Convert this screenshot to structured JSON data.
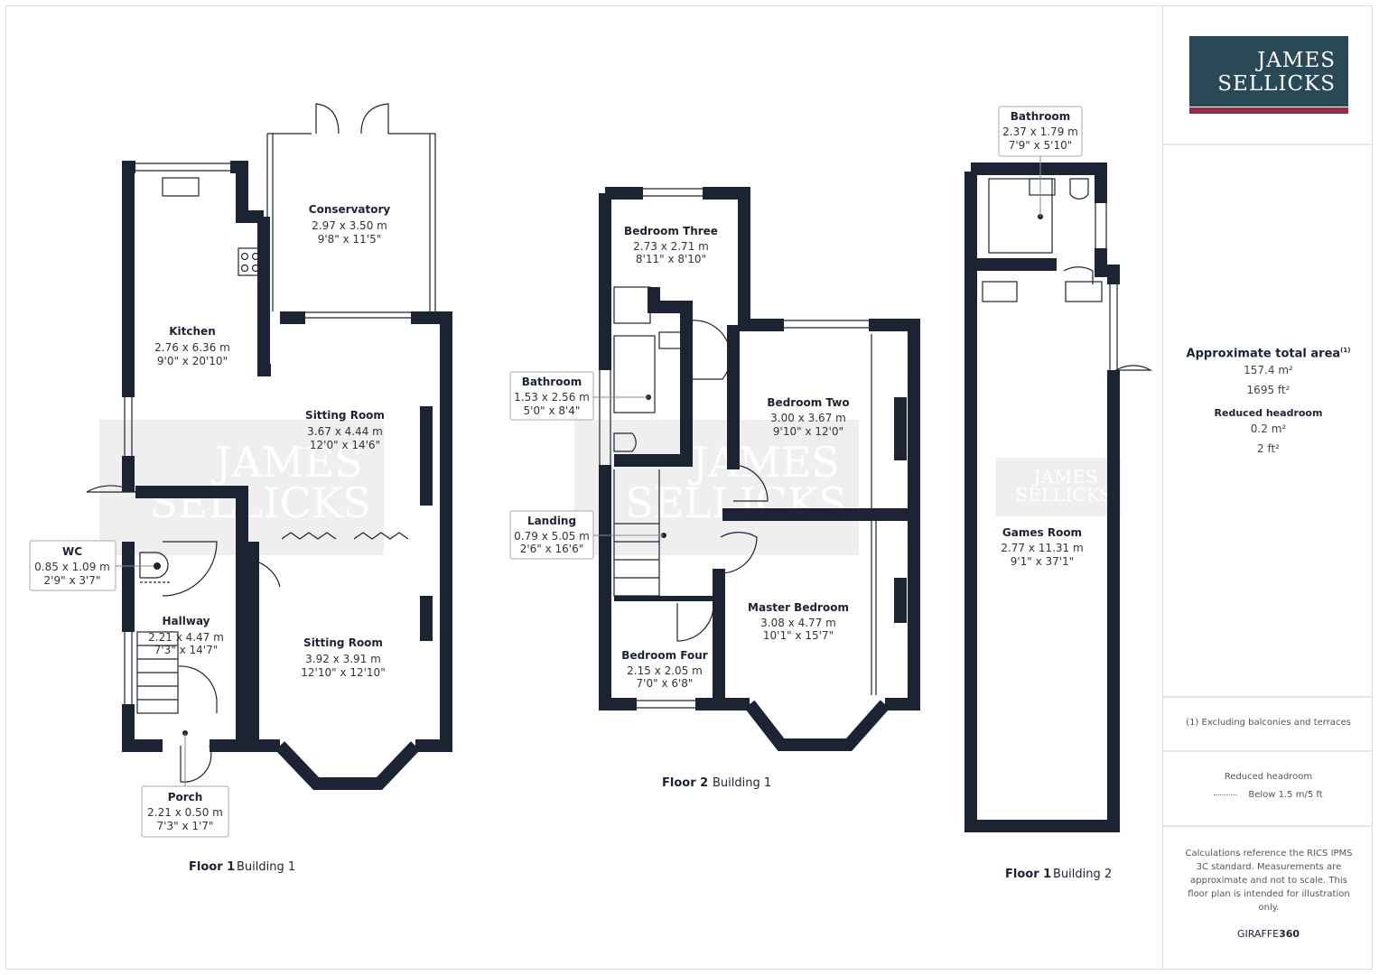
{
  "brand": {
    "line1": "JAMES",
    "line2": "SELLICKS",
    "color": "#2a4956",
    "accent": "#9b2a45"
  },
  "watermark": {
    "line1": "JAMES",
    "line2": "SELLICKS"
  },
  "wall_color": "#1c2433",
  "plans": [
    {
      "floor": "Floor 1",
      "building": "Building 1",
      "rooms": [
        {
          "name": "Conservatory",
          "metric": "2.97 x 3.50 m",
          "imperial": "9'8\" x 11'5\""
        },
        {
          "name": "Kitchen",
          "metric": "2.76 x 6.36 m",
          "imperial": "9'0\" x 20'10\""
        },
        {
          "name": "Sitting Room",
          "metric": "3.67 x 4.44 m",
          "imperial": "12'0\" x 14'6\""
        },
        {
          "name": "Sitting Room",
          "metric": "3.92 x 3.91 m",
          "imperial": "12'10\" x 12'10\""
        },
        {
          "name": "Hallway",
          "metric": "2.21 x 4.47 m",
          "imperial": "7'3\" x 14'7\""
        },
        {
          "name": "WC",
          "metric": "0.85 x 1.09 m",
          "imperial": "2'9\" x 3'7\""
        },
        {
          "name": "Porch",
          "metric": "2.21 x 0.50 m",
          "imperial": "7'3\" x 1'7\""
        }
      ]
    },
    {
      "floor": "Floor 2",
      "building": "Building 1",
      "rooms": [
        {
          "name": "Bedroom Three",
          "metric": "2.73 x 2.71 m",
          "imperial": "8'11\" x 8'10\""
        },
        {
          "name": "Bathroom",
          "metric": "1.53 x 2.56 m",
          "imperial": "5'0\" x 8'4\""
        },
        {
          "name": "Bedroom Two",
          "metric": "3.00 x 3.67 m",
          "imperial": "9'10\" x 12'0\""
        },
        {
          "name": "Landing",
          "metric": "0.79 x 5.05 m",
          "imperial": "2'6\" x 16'6\""
        },
        {
          "name": "Master Bedroom",
          "metric": "3.08 x 4.77 m",
          "imperial": "10'1\" x 15'7\""
        },
        {
          "name": "Bedroom Four",
          "metric": "2.15 x 2.05 m",
          "imperial": "7'0\" x 6'8\""
        }
      ]
    },
    {
      "floor": "Floor 1",
      "building": "Building 2",
      "rooms": [
        {
          "name": "Bathroom",
          "metric": "2.37 x 1.79 m",
          "imperial": "7'9\" x 5'10\""
        },
        {
          "name": "Games Room",
          "metric": "2.77 x 11.31 m",
          "imperial": "9'1\" x 37'1\""
        }
      ]
    }
  ],
  "panel": {
    "total_title": "Approximate total area",
    "total_note_mark": "(1)",
    "total_m2": "157.4 m²",
    "total_ft2": "1695 ft²",
    "reduced_title": "Reduced headroom",
    "reduced_m2": "0.2 m²",
    "reduced_ft2": "2 ft²",
    "footnote": "(1) Excluding balconies and terraces",
    "legend_title": "Reduced headroom",
    "legend_item": "Below 1.5 m/5 ft",
    "disclaimer": "Calculations reference the RICS IPMS 3C standard. Measurements are approximate and not to scale. This floor plan is intended for illustration only.",
    "credit_a": "GIRAFFE",
    "credit_b": "360"
  }
}
